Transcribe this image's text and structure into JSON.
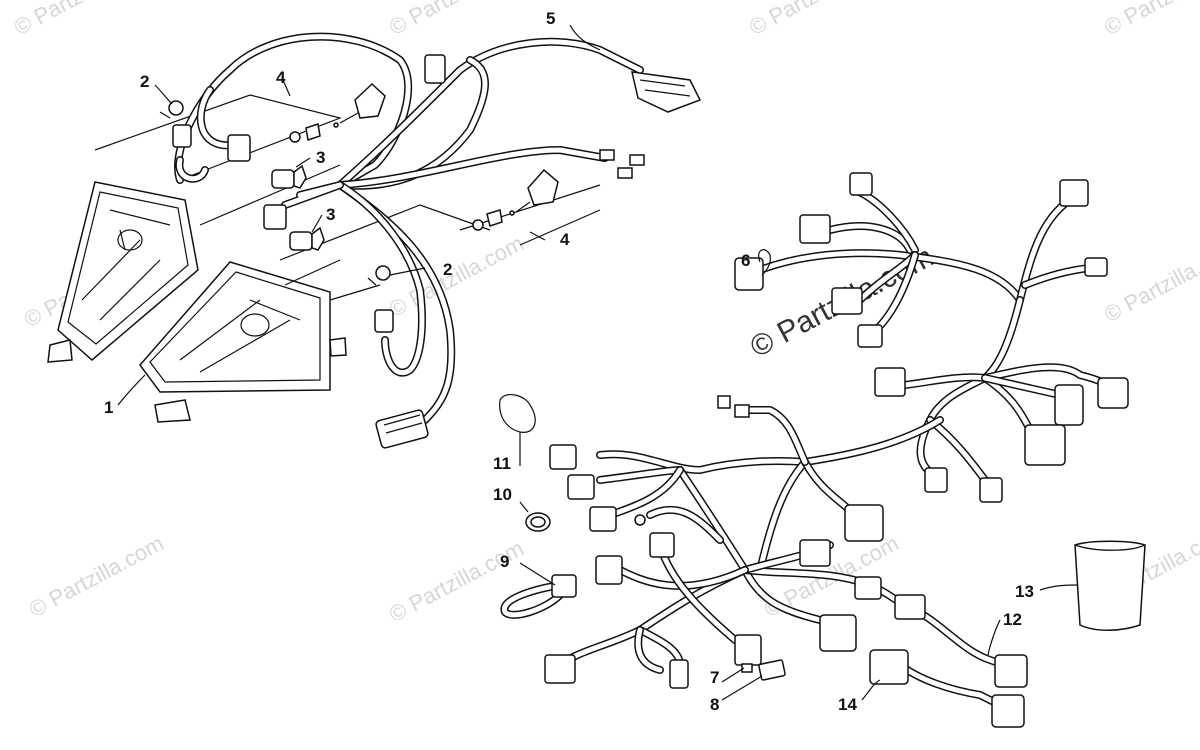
{
  "watermark": {
    "text": "© Partzilla",
    "center_text": "© Partzilla.com",
    "side_text": "© Partzilla.com"
  },
  "callouts": {
    "c1": "1",
    "c2a": "2",
    "c2b": "2",
    "c3a": "3",
    "c3b": "3",
    "c4a": "4",
    "c4b": "4",
    "c5": "5",
    "c6": "6",
    "c7": "7",
    "c8": "8",
    "c9": "9",
    "c10": "10",
    "c11": "11",
    "c12": "12",
    "c13": "13",
    "c14": "14"
  }
}
